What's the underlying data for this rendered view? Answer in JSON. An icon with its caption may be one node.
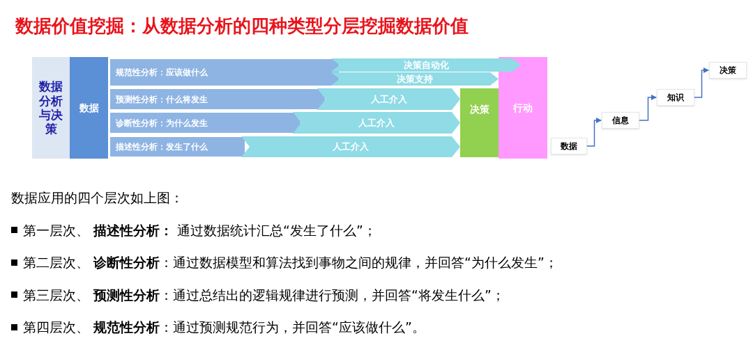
{
  "diagram": {
    "title": "数据价值挖掘：从数据分析的四种类型分层挖掘数据价值",
    "nodes": [
      {
        "text": [
          "数据分析与决策"
        ]
      },
      {
        "text": [
          "数据"
        ]
      },
      {
        "text": [
          "规范性分析：应该做什么"
        ]
      },
      {
        "text": [
          "预测性分析：什么将发生"
        ]
      },
      {
        "text": [
          "诊断性分析：为什么发生"
        ]
      },
      {
        "text": [
          "描述性分析：发生了什么"
        ]
      },
      {
        "text": [
          "决策自动化"
        ]
      },
      {
        "text": [
          "决策支持"
        ]
      },
      {
        "text": [
          "人工介入"
        ]
      },
      {
        "text": [
          "人工介入"
        ]
      },
      {
        "text": [
          "人工介入"
        ]
      },
      {
        "text": [
          "决策"
        ]
      },
      {
        "text": [
          "行动"
        ]
      },
      {
        "text": [
          "数据"
        ]
      },
      {
        "text": [
          "信息"
        ]
      },
      {
        "text": [
          "知识"
        ]
      },
      {
        "text": [
          "决策"
        ]
      }
    ],
    "edges": [
      {
        "from": 13,
        "to": 14,
        "arrow": "to"
      },
      {
        "from": 14,
        "to": 15,
        "arrow": "to"
      },
      {
        "from": 15,
        "to": 16,
        "arrow": "to"
      }
    ],
    "labels": [
      "数据应用的四个层次如上图：",
      "第一层次、 **描述性分析：** 通过数据统计汇总“发生了什么”；",
      "第二层次、 **诊断性分析**：通过数据模型和算法找到事物之间的规律，并回答“为什么发生”；",
      "第三层次、 **预测性分析**：通过总结出的逻辑规律进行预测，并回答“将发生什么”；",
      "第四层次、 **规范性分析**：通过预测规范行为，并回答“应该做什么”。"
    ]
  }
}
